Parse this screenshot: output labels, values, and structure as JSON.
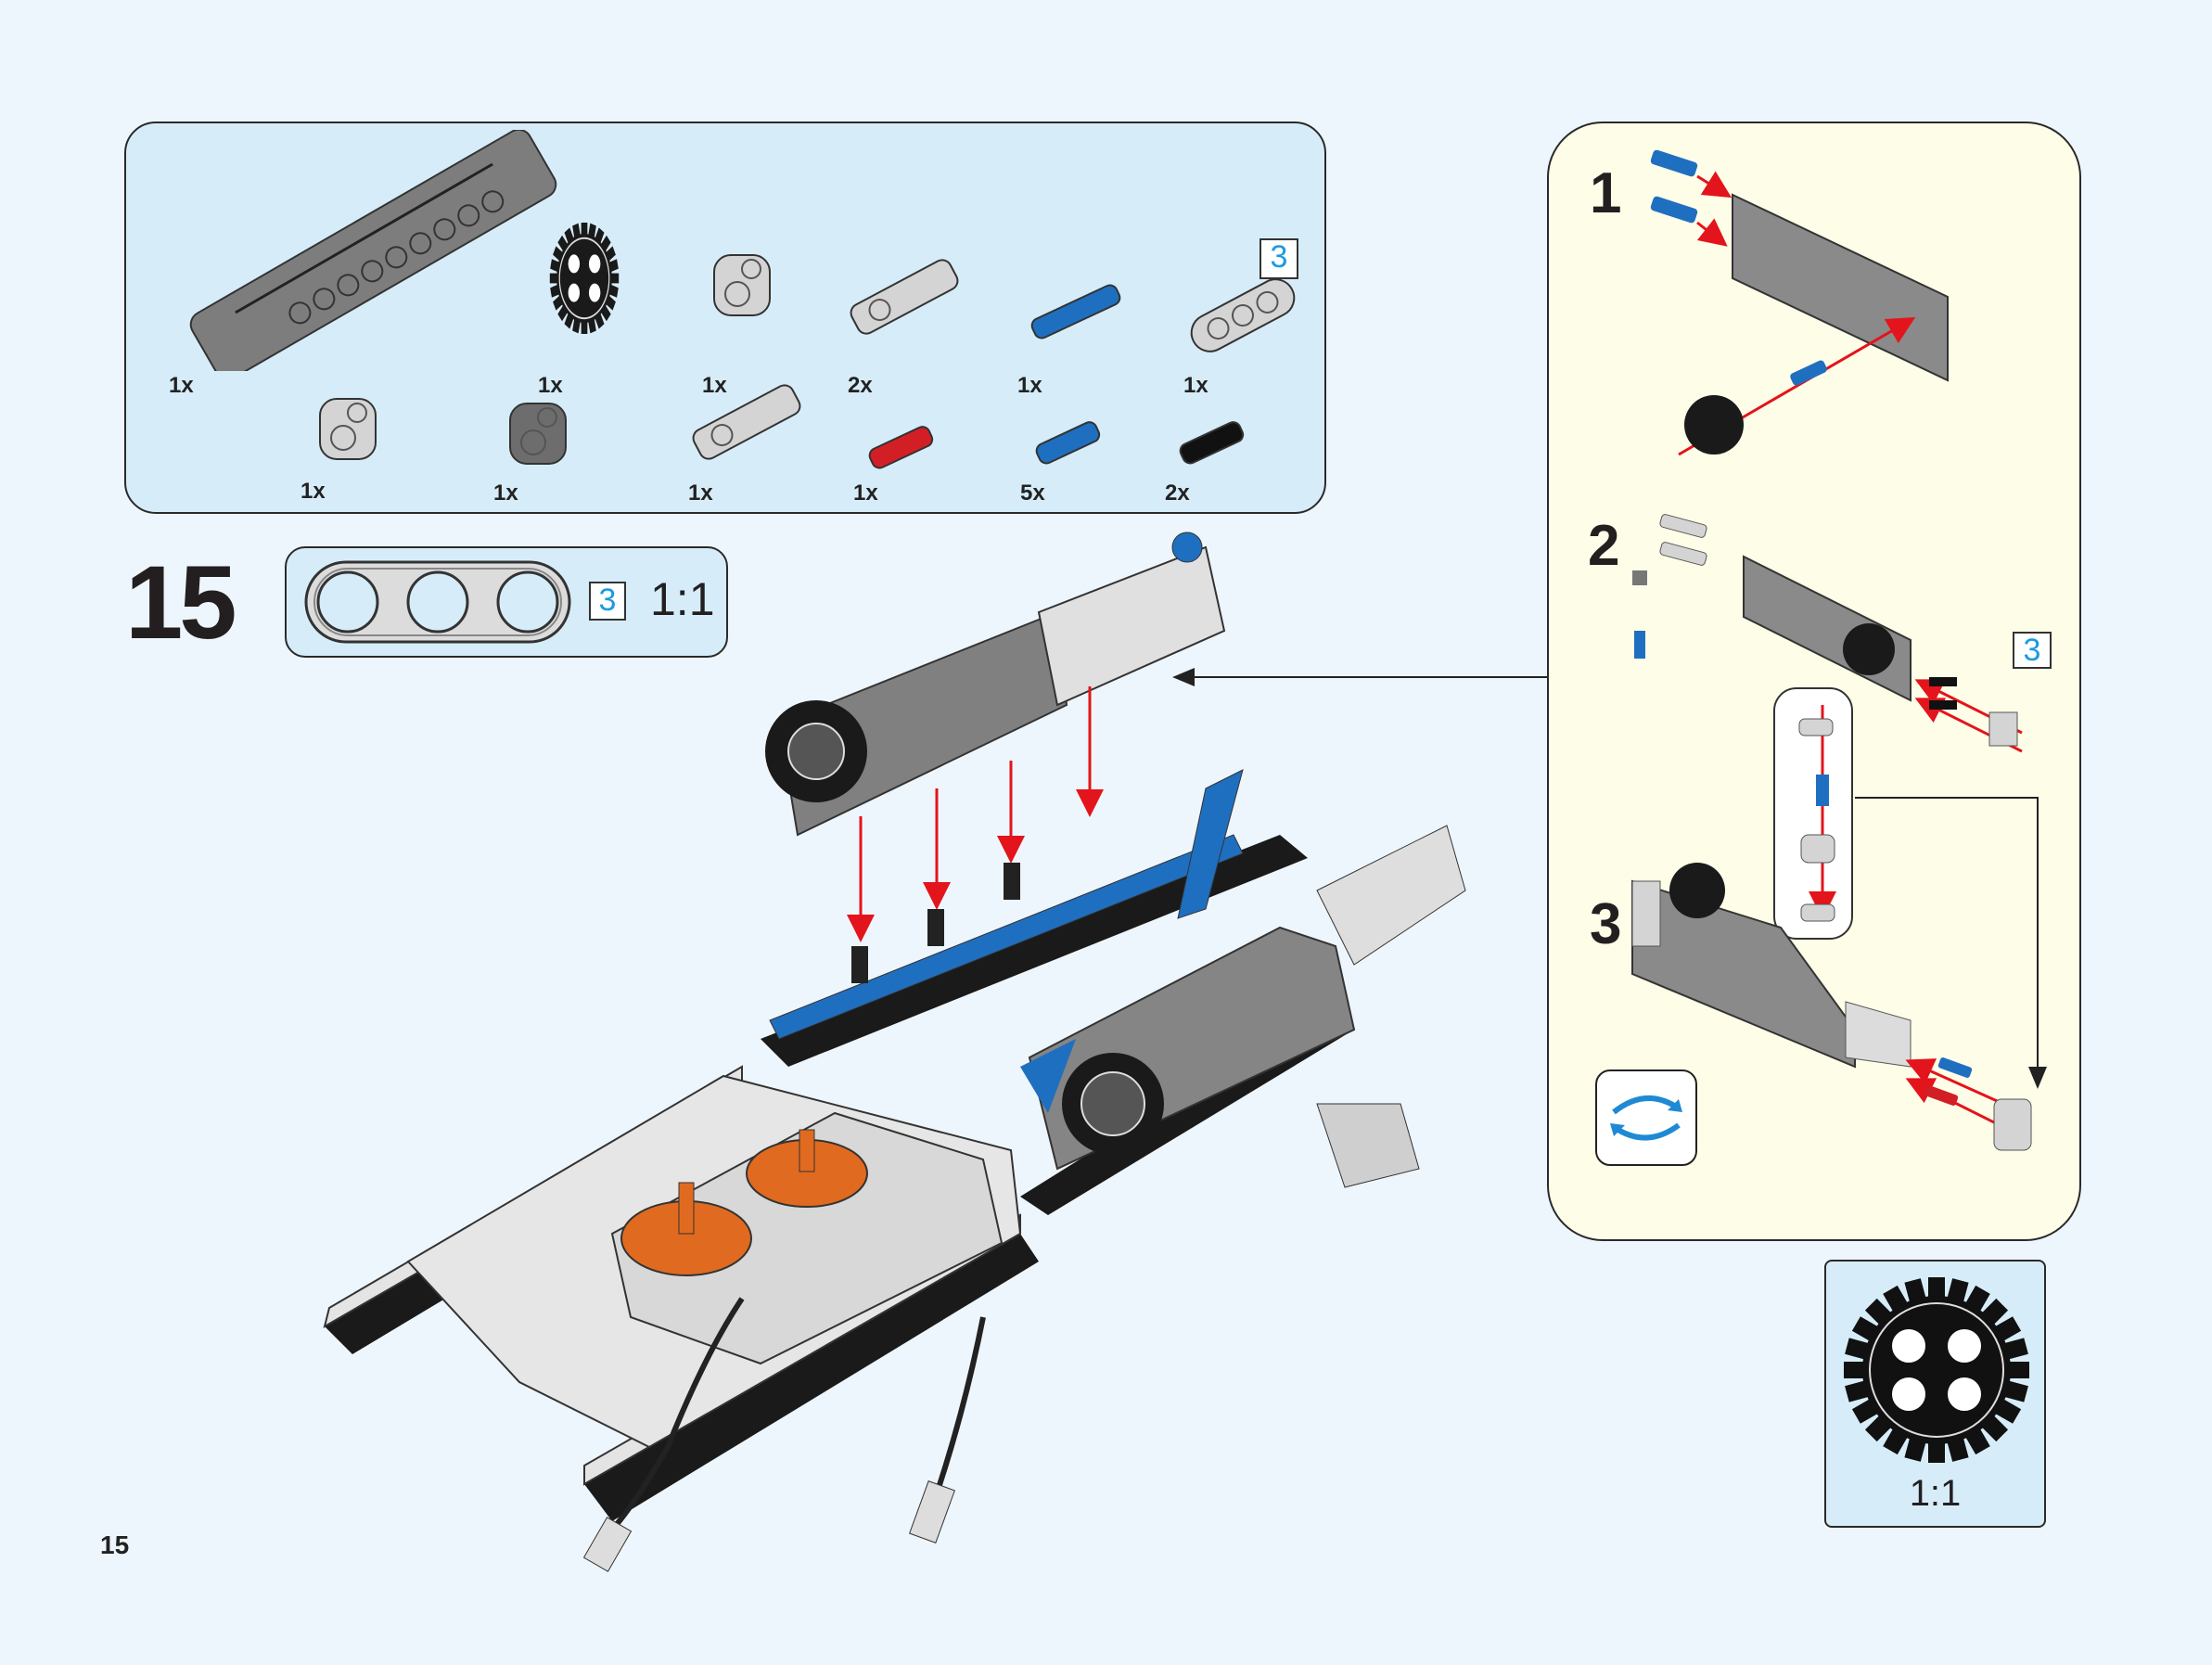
{
  "step_number": "15",
  "page_number": "15",
  "parts_list": {
    "count_badge": "3",
    "parts": [
      {
        "name": "thick-panel-beam",
        "qty": "1x",
        "color": "#7d7d7d",
        "kind": "panel"
      },
      {
        "name": "gear-24-tooth",
        "qty": "1x",
        "color": "#1a1a1a",
        "kind": "gear"
      },
      {
        "name": "angle-connector",
        "qty": "1x",
        "color": "#d4d4d4",
        "kind": "connector"
      },
      {
        "name": "axle-pin-connector",
        "qty": "2x",
        "color": "#d4d4d4",
        "kind": "connector-long"
      },
      {
        "name": "long-pin-blue",
        "qty": "1x",
        "color": "#1f6fc0",
        "kind": "pin-long"
      },
      {
        "name": "beam-3",
        "qty": "1x",
        "color": "#d4d4d4",
        "kind": "beam"
      },
      {
        "name": "cross-block",
        "qty": "1x",
        "color": "#d4d4d4",
        "kind": "connector"
      },
      {
        "name": "ball-joint",
        "qty": "1x",
        "color": "#6d6d6d",
        "kind": "connector"
      },
      {
        "name": "axle-connector",
        "qty": "1x",
        "color": "#d4d4d4",
        "kind": "connector-long"
      },
      {
        "name": "axle-red",
        "qty": "1x",
        "color": "#d21f26",
        "kind": "pin"
      },
      {
        "name": "pin-blue",
        "qty": "5x",
        "color": "#1f6fc0",
        "kind": "pin"
      },
      {
        "name": "pin-black",
        "qty": "2x",
        "color": "#111111",
        "kind": "pin"
      }
    ]
  },
  "scale_reference": {
    "count_badge": "3",
    "scale": "1:1",
    "part": "beam-3"
  },
  "sub_assembly": {
    "steps": [
      {
        "label": "1"
      },
      {
        "label": "2"
      },
      {
        "label": "3"
      }
    ],
    "count_badge": "3",
    "rotate_icon": "rotate-icon"
  },
  "gear_reference": {
    "scale": "1:1",
    "part": "gear-24-tooth"
  },
  "colors": {
    "background": "#eef6fd",
    "panel": "#d6edf9",
    "subpanel": "#fefde8",
    "arrow": "#e3141b",
    "badge": "#1a9be0"
  }
}
